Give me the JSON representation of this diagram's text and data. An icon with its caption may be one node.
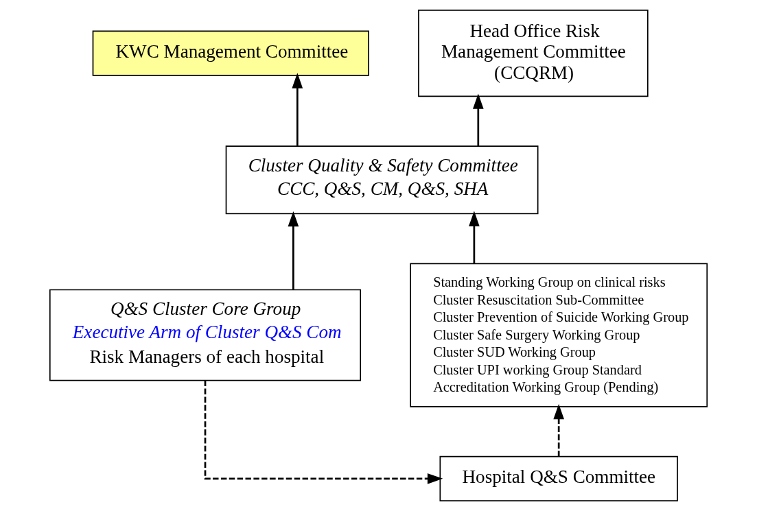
{
  "diagram": {
    "nodes": [
      {
        "text": [
          "KWC Management Committee"
        ]
      },
      {
        "text": [
          "Head Office Risk Management Committee (CCQRM)"
        ]
      },
      {
        "text": [
          "Cluster Quality & Safety Committee",
          "CCC, Q&S, CM, Q&S, SHA"
        ]
      },
      {
        "text": [
          "Q&S Cluster Core Group",
          "Executive Arm of Cluster Q&S Com",
          "Risk Managers of each hospital"
        ]
      },
      {
        "text": [
          "Standing Working Group on clinical risks",
          "Cluster Resuscitation Sub-Committee",
          "Cluster Prevention of Suicide Working Group",
          "Cluster Safe Surgery Working Group",
          "Cluster SUD Working Group",
          "Cluster UPI working Group Standard",
          "Accreditation Working Group (Pending)"
        ]
      },
      {
        "text": [
          "Hospital Q&S Committee"
        ]
      }
    ],
    "edges": [
      {
        "from": 2,
        "to": 0,
        "arrow": "to"
      },
      {
        "from": 2,
        "to": 1,
        "arrow": "to"
      },
      {
        "from": 3,
        "to": 2,
        "arrow": "to"
      },
      {
        "from": 4,
        "to": 2,
        "arrow": "to"
      },
      {
        "from": 3,
        "to": 5,
        "arrow": "to",
        "style": "dashed"
      },
      {
        "from": 5,
        "to": 4,
        "arrow": "to",
        "style": "dashed"
      }
    ]
  }
}
